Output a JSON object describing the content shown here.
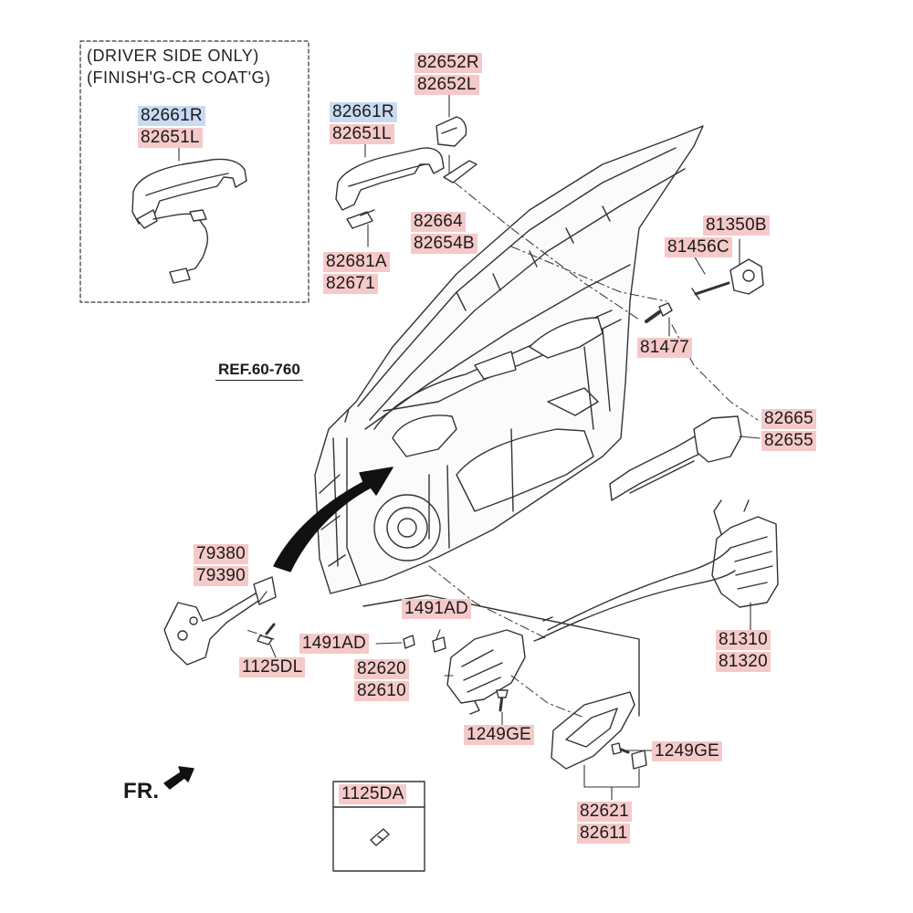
{
  "inset_note": [
    "(DRIVER SIDE ONLY)",
    "(FINISH'G-CR COAT'G)"
  ],
  "reference": "REF.60-760",
  "direction": "FR.",
  "highlight_colors": {
    "part_number": "#f6c9c9",
    "alternate_part": "#c9daf3"
  },
  "callouts": {
    "inset_82661R": "82661R",
    "inset_82651L": "82651L",
    "c82661R": "82661R",
    "c82651L": "82651L",
    "c82652R": "82652R",
    "c82652L": "82652L",
    "c82664": "82664",
    "c82654B": "82654B",
    "c82681A": "82681A",
    "c82671": "82671",
    "c81350B": "81350B",
    "c81456C": "81456C",
    "c81477": "81477",
    "c82665": "82665",
    "c82655": "82655",
    "c81310": "81310",
    "c81320": "81320",
    "c79380": "79380",
    "c79390": "79390",
    "c1491AD_a": "1491AD",
    "c1491AD_b": "1491AD",
    "c82620": "82620",
    "c82610": "82610",
    "c1125DL": "1125DL",
    "c1249GE_a": "1249GE",
    "c1249GE_b": "1249GE",
    "c82621": "82621",
    "c82611": "82611",
    "c1125DA": "1125DA"
  }
}
